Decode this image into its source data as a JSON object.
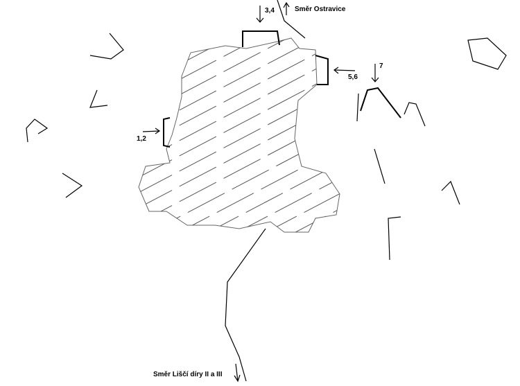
{
  "labels": {
    "north_direction": "Směr Ostravice",
    "south_direction": "Směr Liščí díry II a III",
    "marker_1_2": "1,2",
    "marker_3_4": "3,4",
    "marker_5_6": "5,6",
    "marker_7": "7"
  },
  "colors": {
    "ink": "#000000",
    "hatch": "#555555"
  }
}
